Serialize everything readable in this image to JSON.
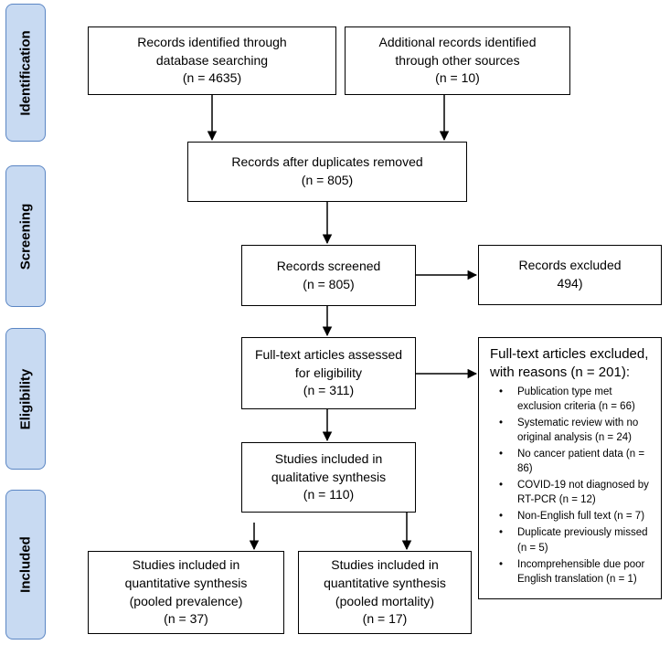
{
  "stages": {
    "identification": "Identification",
    "screening": "Screening",
    "eligibility": "Eligibility",
    "included": "Included"
  },
  "boxes": {
    "database": {
      "line1": "Records identified through",
      "line2": "database searching",
      "count": "(n = 4635)"
    },
    "other_sources": {
      "line1": "Additional records identified",
      "line2": "through other sources",
      "count": "(n = 10)"
    },
    "duplicates_removed": {
      "line1": "Records after duplicates removed",
      "count": "(n = 805)"
    },
    "screened": {
      "line1": "Records screened",
      "count": "(n = 805)"
    },
    "excluded": {
      "line1": "Records excluded",
      "count": "494)"
    },
    "full_text": {
      "line1": "Full-text articles assessed",
      "line2": "for eligibility",
      "count": "(n = 311)"
    },
    "qualitative": {
      "line1": "Studies included in",
      "line2": "qualitative synthesis",
      "count": "(n = 110)"
    },
    "prevalence": {
      "line1": "Studies included in",
      "line2": "quantitative synthesis",
      "line3": "(pooled prevalence)",
      "count": "(n = 37)"
    },
    "mortality": {
      "line1": "Studies included in",
      "line2": "quantitative synthesis",
      "line3": "(pooled mortality)",
      "count": "(n = 17)"
    }
  },
  "fulltext_excluded": {
    "line1": "Full-text articles excluded,",
    "line2": "with reasons (n = 201):",
    "reasons": [
      "Publication type met exclusion criteria (n = 66)",
      "Systematic review with no original analysis (n = 24)",
      "No cancer patient data (n = 86)",
      "COVID-19 not diagnosed by RT-PCR (n = 12)",
      "Non-English full text (n = 7)",
      "Duplicate previously missed (n = 5)",
      "Incomprehensible due poor English translation (n = 1)"
    ]
  }
}
